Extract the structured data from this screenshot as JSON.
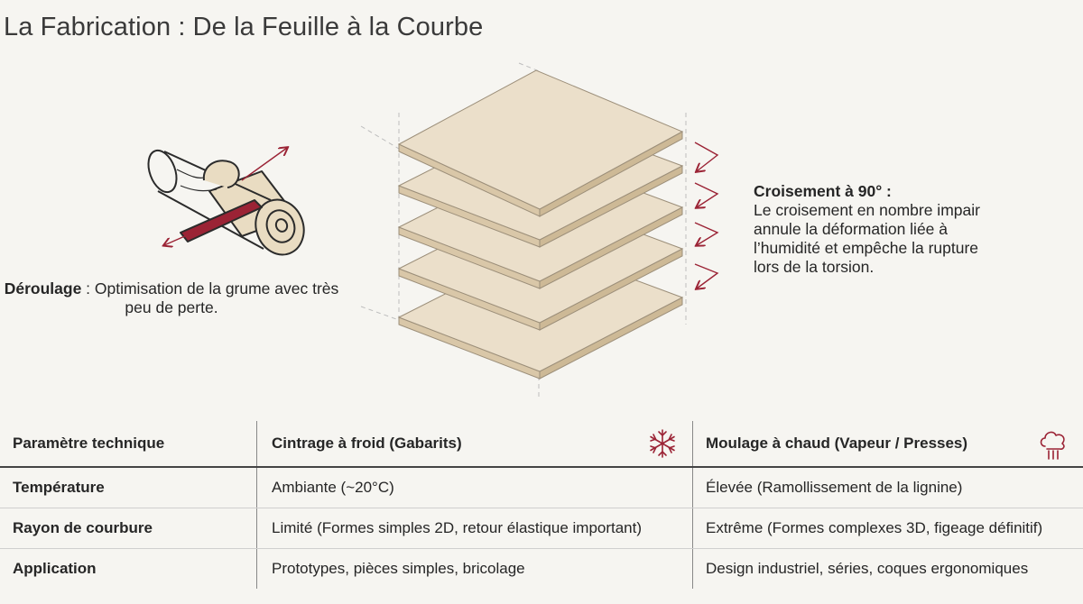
{
  "title": "La Fabrication : De la Feuille à la Courbe",
  "left_caption": {
    "bold": "Déroulage",
    "rest": " : Optimisation de la grume avec très peu de perte."
  },
  "right_caption": {
    "bold": "Croisement à 90° :",
    "lines": [
      "Le croisement en nombre impair",
      "annule la déformation liée à",
      "l’humidité et empêche la rupture",
      "lors de la torsion."
    ]
  },
  "table": {
    "headers": [
      "Paramètre technique",
      "Cintrage à froid (Gabarits)",
      "Moulage à chaud (Vapeur / Presses)"
    ],
    "rows": [
      [
        "Température",
        "Ambiante (~20°C)",
        "Élevée (Ramollissement de la lignine)"
      ],
      [
        "Rayon de courbure",
        "Limité (Formes simples 2D, retour élastique important)",
        "Extrême (Formes complexes 3D, figeage définitif)"
      ],
      [
        "Application",
        "Prototypes, pièces simples, bricolage",
        "Design industriel, séries, coques ergonomiques"
      ]
    ]
  },
  "icons": {
    "cold": "snowflake-icon",
    "hot": "steam-icon"
  },
  "colors": {
    "accent": "#9b2335",
    "veneer": "#ebdfca",
    "veneer_edge": "#d9c7a8"
  }
}
